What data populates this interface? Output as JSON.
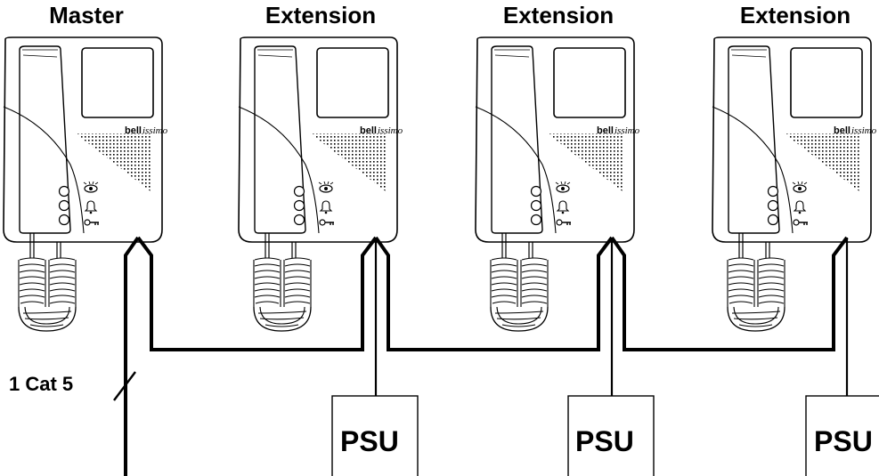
{
  "units": [
    {
      "label": "Master"
    },
    {
      "label": "Extension"
    },
    {
      "label": "Extension"
    },
    {
      "label": "Extension"
    }
  ],
  "brand": {
    "bold": "bell",
    "italic": "issimo"
  },
  "cable_label": "1 Cat 5",
  "psu_label": "PSU",
  "icons": [
    "eye-icon",
    "bell-icon",
    "key-icon"
  ]
}
